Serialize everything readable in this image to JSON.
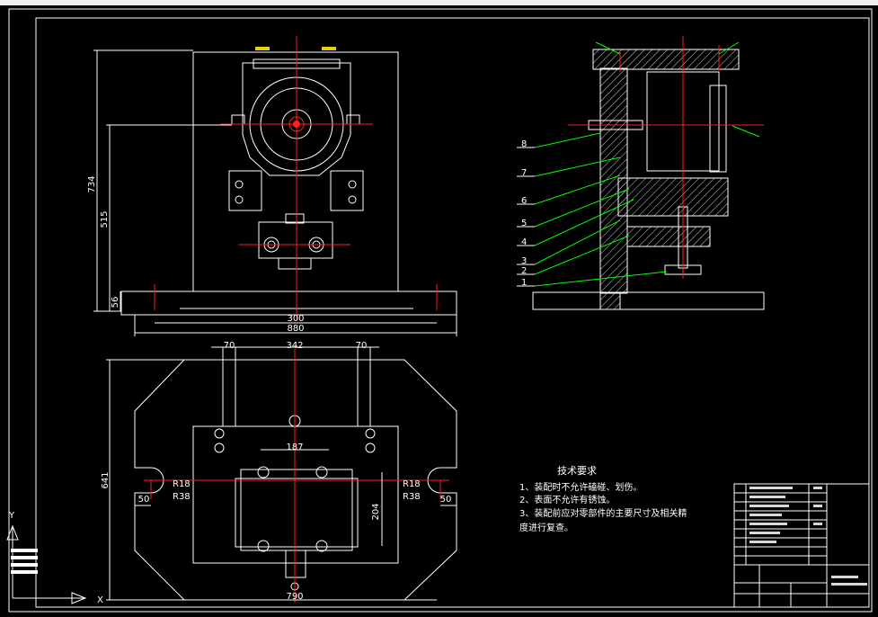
{
  "colors": {
    "background": "#000000",
    "lines": "#ffffff",
    "centerline": "#ff2020",
    "leaders": "#00ff00",
    "hatch": "#cfcfcf",
    "top_strip": "#f0f0f0"
  },
  "dimensions": {
    "d_734": "734",
    "d_515": "515",
    "d_56": "56",
    "d_300": "300",
    "d_880": "880",
    "d_70_left": "70",
    "d_342": "342",
    "d_70_right": "70",
    "d_187": "187",
    "d_641": "641",
    "d_r18_left": "R18",
    "d_r38_left": "R38",
    "d_50_left": "50",
    "d_r18_right": "R18",
    "d_r38_right": "R38",
    "d_50_right": "50",
    "d_204": "204",
    "d_790": "790"
  },
  "section_callouts": [
    "8",
    "7",
    "6",
    "5",
    "4",
    "3",
    "2",
    "1"
  ],
  "technical_requirements": {
    "title": "技术要求",
    "items": [
      "1、装配时不允许磕碰、划伤。",
      "2、表面不允许有锈蚀。",
      "3、装配前应对零部件的主要尺寸及相关精",
      "度进行复查。"
    ]
  },
  "ucs": {
    "x_label": "X",
    "y_label": "Y"
  },
  "icons": [
    "ucs-axis-icon"
  ]
}
